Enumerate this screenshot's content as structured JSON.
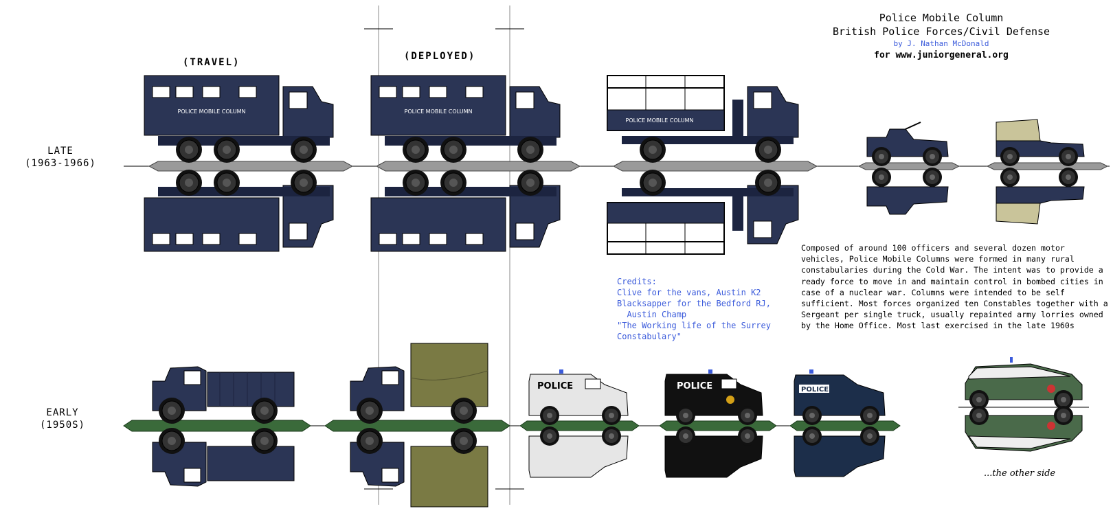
{
  "header": {
    "title": "Police Mobile Column",
    "subtitle": "British Police Forces/Civil Defense",
    "author": "by J. Nathan McDonald",
    "site": "for www.juniorgeneral.org"
  },
  "rows": {
    "late_label": "LATE",
    "late_years": "(1963-1966)",
    "early_label": "EARLY",
    "early_years": "(1950S)"
  },
  "captions": {
    "travel": "(TRAVEL)",
    "deployed": "(DEPLOYED)"
  },
  "truck_text": {
    "box_label": "POLICE MOBILE COLUMN"
  },
  "van_text": {
    "police": "POLICE"
  },
  "credits": {
    "heading": "Credits:",
    "line1": "Clive for the vans, Austin K2",
    "line2": "Blacksapper for the Bedford RJ,",
    "line3": "  Austin Champ",
    "line4": "\"The Working life of the Surrey",
    "line5": "Constabulary\""
  },
  "description": "Composed of around 100 officers and several dozen motor vehicles, Police Mobile Columns were formed in many rural constabularies during the Cold War. The intent was to provide a ready force to move in and maintain control in bombed cities in case of a nuclear war. Columns were intended to be self sufficient. Most forces organized ten Constables together with a Sergeant per single truck, usually repainted army lorries owned by the Home Office.  Most last exercised in the late 1960s",
  "other_side": "...the other side",
  "colors": {
    "navy": "#2b3555",
    "navy_dark": "#1c2440",
    "olive": "#7a7a44",
    "khaki": "#c9c49a",
    "green_base": "#3a6a3a",
    "grey_base": "#9a9a9a",
    "credit_blue": "#3b5bdb"
  }
}
